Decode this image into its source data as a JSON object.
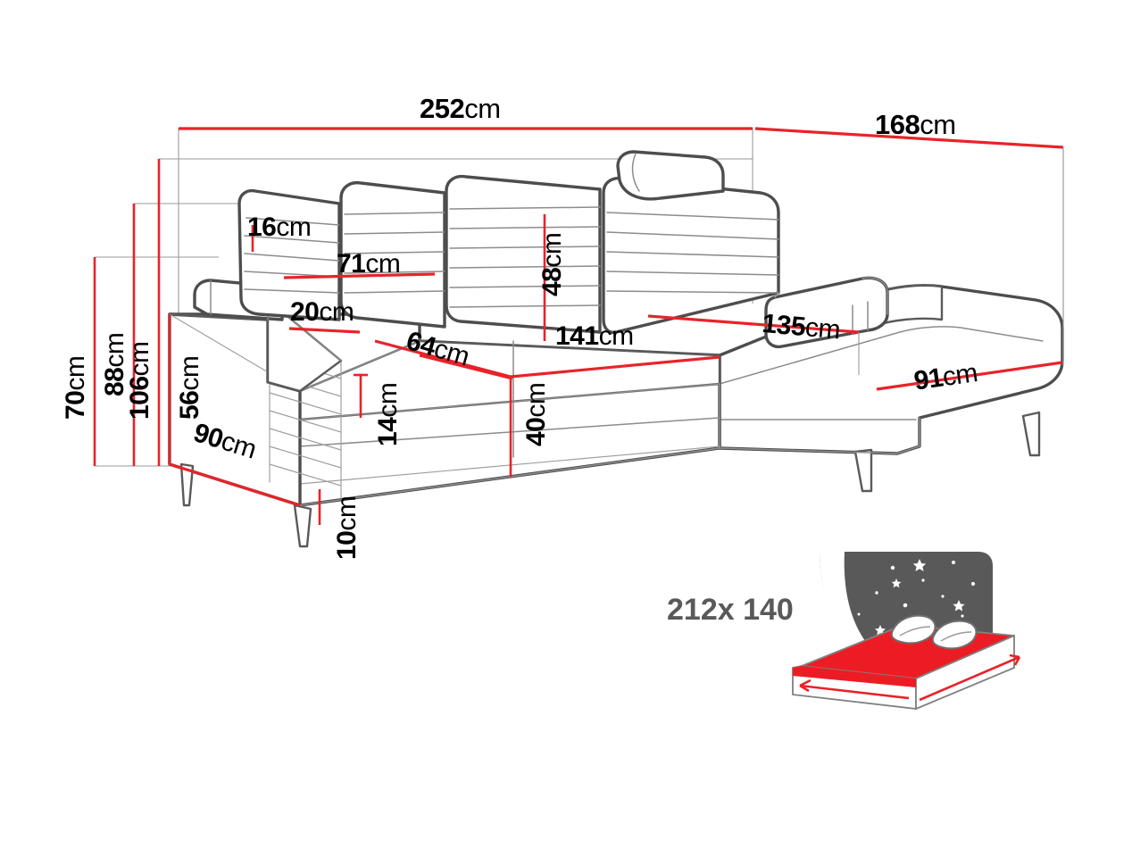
{
  "diagram": {
    "type": "furniture-dimension-drawing",
    "product": "corner-sofa-bed",
    "background_color": "#ffffff",
    "dimension_line_color": "#e8232a",
    "outline_color": "#4d4d4d",
    "detail_line_color": "#8c8c8c",
    "guide_line_color": "#9a9a9a",
    "label_color": "#000000",
    "bed_label_color": "#595959",
    "unit": "cm"
  },
  "dimensions": {
    "overall_width": {
      "value": "252",
      "unit": "cm",
      "name": "overall-width"
    },
    "overall_depth": {
      "value": "168",
      "unit": "cm",
      "name": "overall-depth"
    },
    "total_height": {
      "value": "106",
      "unit": "cm",
      "name": "total-height"
    },
    "back_height": {
      "value": "88",
      "unit": "cm",
      "name": "back-height"
    },
    "armrest_height": {
      "value": "70",
      "unit": "cm",
      "name": "armrest-height"
    },
    "side_depth": {
      "value": "90",
      "unit": "cm",
      "name": "side-depth"
    },
    "arm_outer_height": {
      "value": "56",
      "unit": "cm",
      "name": "arm-outer-height"
    },
    "headrest_thickness": {
      "value": "16",
      "unit": "cm",
      "name": "headrest-thickness"
    },
    "backrest_width": {
      "value": "71",
      "unit": "cm",
      "name": "backrest-width"
    },
    "backrest_height": {
      "value": "48",
      "unit": "cm",
      "name": "backrest-height"
    },
    "arm_width": {
      "value": "20",
      "unit": "cm",
      "name": "arm-width"
    },
    "seat_depth": {
      "value": "64",
      "unit": "cm",
      "name": "seat-depth"
    },
    "seat_width": {
      "value": "141",
      "unit": "cm",
      "name": "seat-width"
    },
    "seat_cushion_thickness": {
      "value": "14",
      "unit": "cm",
      "name": "seat-cushion-thickness"
    },
    "seat_height": {
      "value": "40",
      "unit": "cm",
      "name": "seat-height"
    },
    "chaise_length": {
      "value": "135",
      "unit": "cm",
      "name": "chaise-length"
    },
    "chaise_width": {
      "value": "91",
      "unit": "cm",
      "name": "chaise-width"
    },
    "leg_height": {
      "value": "10",
      "unit": "cm",
      "name": "leg-height"
    }
  },
  "bed_inset": {
    "label": "212x 140",
    "mattress_color": "#ec1c24",
    "sky_color": "#595959",
    "name": "sleeping-area-icon"
  }
}
